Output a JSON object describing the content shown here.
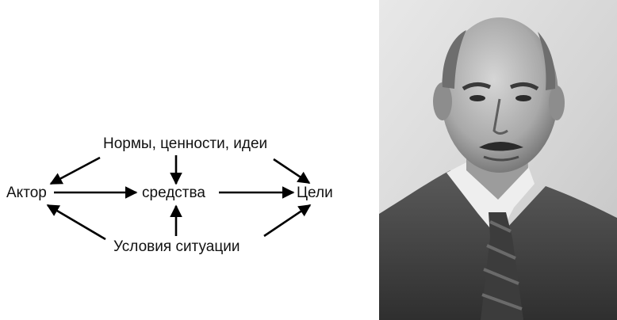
{
  "diagram": {
    "nodes": {
      "actor": "Актор",
      "norms": "Нормы, ценности, идеи",
      "means": "средства",
      "goals": "Цели",
      "conditions": "Условия ситуации"
    },
    "edges": [
      {
        "from": "norms",
        "to": "actor"
      },
      {
        "from": "norms",
        "to": "means"
      },
      {
        "from": "norms",
        "to": "goals"
      },
      {
        "from": "actor",
        "to": "means"
      },
      {
        "from": "means",
        "to": "goals"
      },
      {
        "from": "conditions",
        "to": "actor"
      },
      {
        "from": "conditions",
        "to": "means"
      },
      {
        "from": "conditions",
        "to": "goals"
      }
    ]
  },
  "photo": {
    "subject": "portrait-photo",
    "style": "black-and-white"
  }
}
